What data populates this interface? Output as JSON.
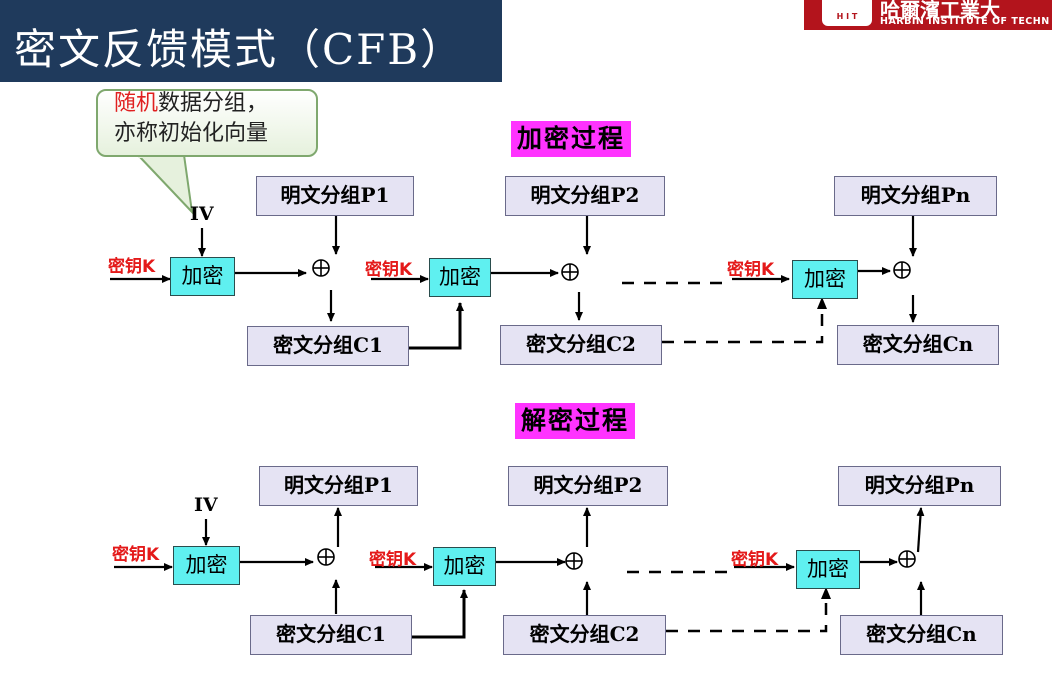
{
  "title": "密文反馈模式（CFB）",
  "logo": {
    "seal_text": "H I T",
    "name": "哈爾濱工業大",
    "subtitle": "HARBIN INSTITUTE OF TECHN"
  },
  "callout": {
    "line1_red": "随机",
    "line1_rest": "数据分组，",
    "line2": "亦称初始化向量"
  },
  "encryption": {
    "label": "加密过程",
    "iv": "IV",
    "key_label": "密钥K",
    "encrypt_label": "加密",
    "plaintext_blocks": [
      "明文分组P1",
      "明文分组P2",
      "明文分组Pn"
    ],
    "ciphertext_blocks": [
      "密文分组C1",
      "密文分组C2",
      "密文分组Cn"
    ]
  },
  "decryption": {
    "label": "解密过程",
    "iv": "IV",
    "key_label": "密钥K",
    "encrypt_label": "加密",
    "plaintext_blocks": [
      "明文分组P1",
      "明文分组P2",
      "明文分组Pn"
    ],
    "ciphertext_blocks": [
      "密文分组C1",
      "密文分组C2",
      "密文分组Cn"
    ]
  },
  "colors": {
    "title_bar": "#1f3a5c",
    "section_label": "#ff33ff",
    "encrypt_box": "#5ff0f0",
    "block_box": "#e5e3f3",
    "key_text": "#e41a1a",
    "logo": "#b3141c"
  }
}
